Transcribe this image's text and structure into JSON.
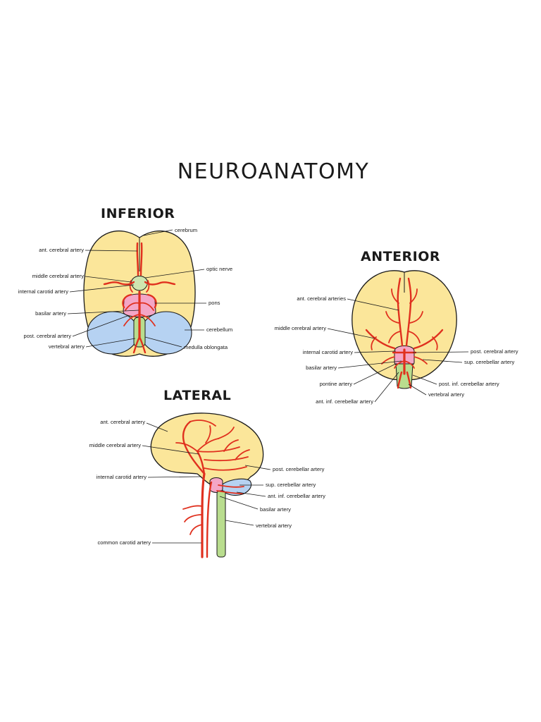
{
  "title": "NEUROANATOMY",
  "colors": {
    "brain": "#fbe69a",
    "cerebellum": "#b6d2f2",
    "pons": "#f4a6c6",
    "brainstem": "#b9dd8e",
    "artery": "#e0301e"
  },
  "inferior": {
    "heading": "INFERIOR",
    "labels": {
      "cerebrum": "cerebrum",
      "ant_cerebral": "ant. cerebral artery",
      "optic_nerve": "optic nerve",
      "middle_cerebral": "middle cerebral artery",
      "internal_carotid": "internal carotid artery",
      "pons": "pons",
      "basilar": "basilar artery",
      "cerebellum": "cerebellum",
      "post_cerebral": "post. cerebral artery",
      "vertebral": "vertebral artery",
      "medulla": "medulla oblongata"
    }
  },
  "anterior": {
    "heading": "ANTERIOR",
    "labels": {
      "ant_cerebral": "ant. cerebral arteries",
      "middle_cerebral": "middle cerebral artery",
      "internal_carotid": "internal carotid artery",
      "post_cerebral": "post. cerebral artery",
      "sup_cerebellar": "sup. cerebellar artery",
      "basilar": "basilar artery",
      "pontine": "pontine artery",
      "post_inf_cerebellar": "post. inf. cerebellar artery",
      "ant_inf_cerebellar": "ant. inf. cerebellar artery",
      "vertebral": "vertebral artery"
    }
  },
  "lateral": {
    "heading": "LATERAL",
    "labels": {
      "ant_cerebral": "ant. cerebral artery",
      "middle_cerebral": "middle cerebral artery",
      "internal_carotid": "internal carotid artery",
      "post_cerebellar": "post. cerebellar artery",
      "sup_cerebellar": "sup. cerebellar artery",
      "ant_inf_cerebellar": "ant. inf. cerebellar artery",
      "basilar": "basilar artery",
      "vertebral": "vertebral artery",
      "common_carotid": "common carotid artery"
    }
  }
}
